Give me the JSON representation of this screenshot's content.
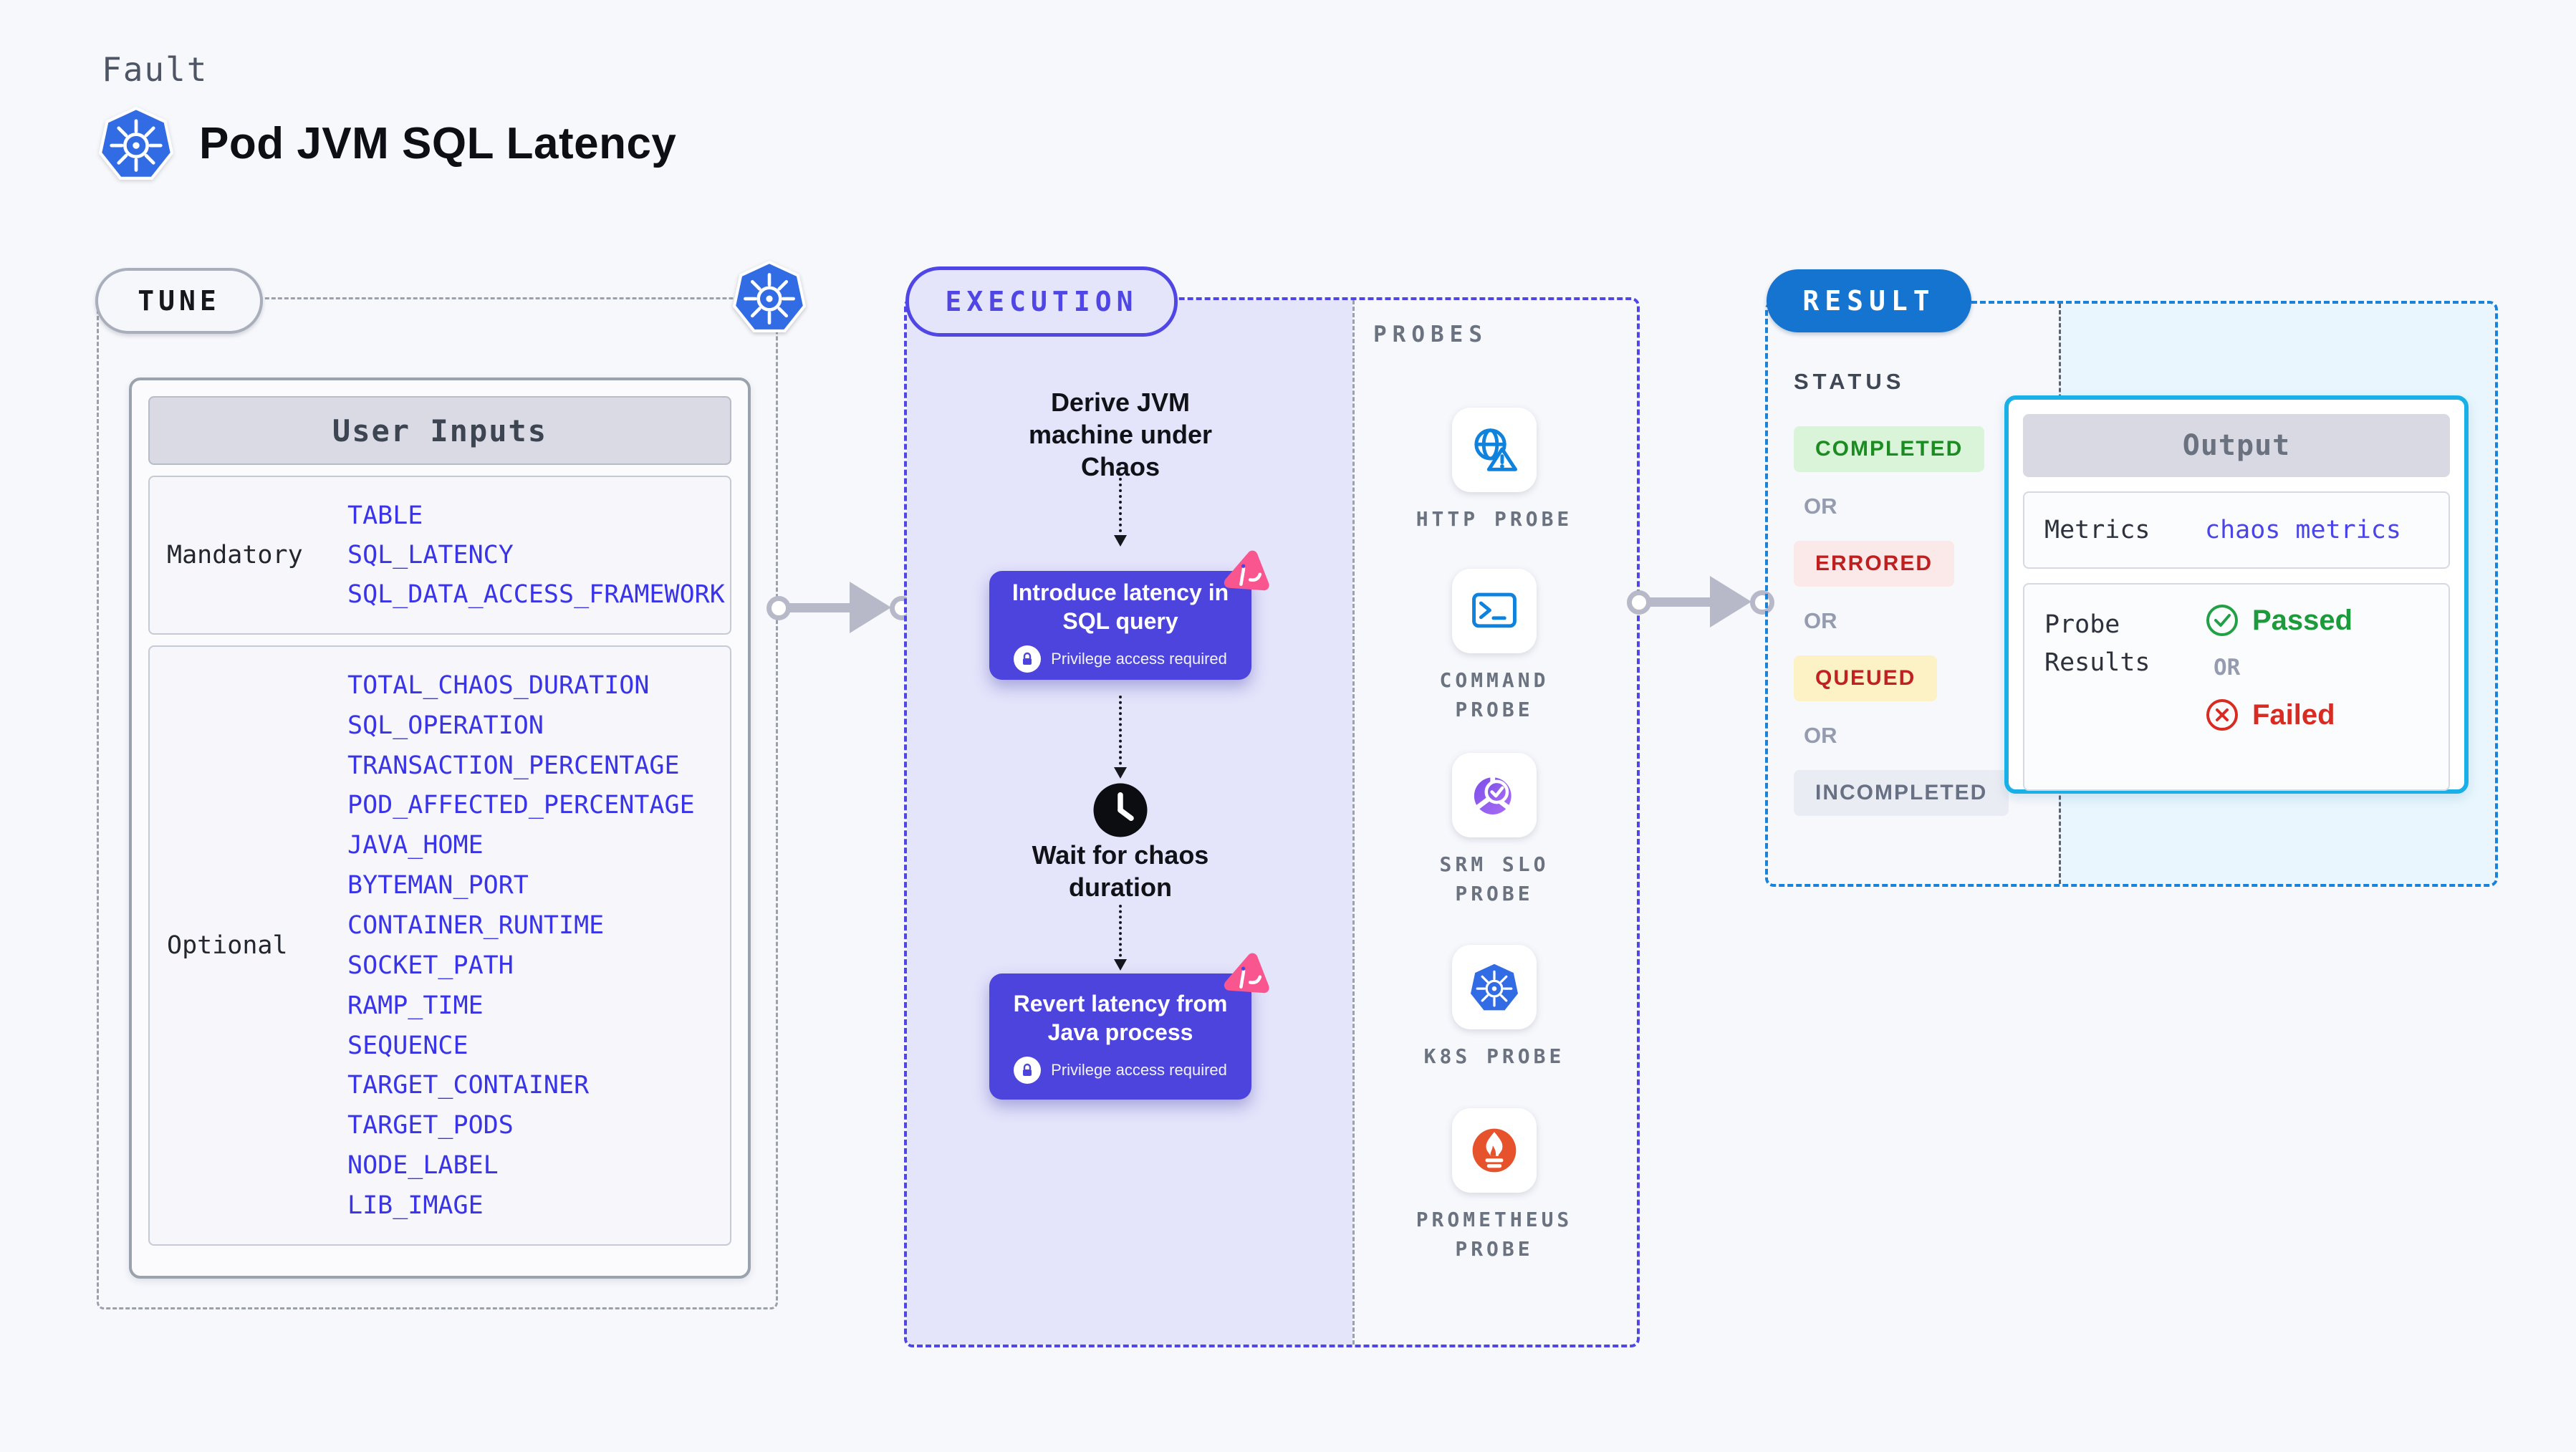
{
  "header": {
    "eyebrow": "Fault",
    "title": "Pod JVM SQL Latency"
  },
  "tune": {
    "badge": "TUNE",
    "table_header": "User Inputs",
    "rows": [
      {
        "label": "Mandatory",
        "values": [
          "TABLE",
          "SQL_LATENCY",
          "SQL_DATA_ACCESS_FRAMEWORK"
        ]
      },
      {
        "label": "Optional",
        "values": [
          "TOTAL_CHAOS_DURATION",
          "SQL_OPERATION",
          "TRANSACTION_PERCENTAGE",
          "POD_AFFECTED_PERCENTAGE",
          "JAVA_HOME",
          "BYTEMAN_PORT",
          "CONTAINER_RUNTIME",
          "SOCKET_PATH",
          "RAMP_TIME",
          "SEQUENCE",
          "TARGET_CONTAINER",
          "TARGET_PODS",
          "NODE_LABEL",
          "LIB_IMAGE"
        ]
      }
    ]
  },
  "execution": {
    "badge": "EXECUTION",
    "steps": [
      {
        "type": "text",
        "label": "Derive JVM machine under Chaos"
      },
      {
        "type": "action",
        "label": "Introduce latency in SQL query",
        "note": "Privilege access required"
      },
      {
        "type": "wait",
        "label": "Wait for chaos duration"
      },
      {
        "type": "action",
        "label": "Revert latency from Java process",
        "note": "Privilege access required"
      }
    ]
  },
  "probes": {
    "heading": "PROBES",
    "items": [
      {
        "label": "HTTP PROBE",
        "icon": "http-probe-icon"
      },
      {
        "label": "COMMAND PROBE",
        "icon": "command-probe-icon"
      },
      {
        "label": "SRM SLO PROBE",
        "icon": "srm-slo-probe-icon"
      },
      {
        "label": "K8S PROBE",
        "icon": "k8s-probe-icon"
      },
      {
        "label": "PROMETHEUS PROBE",
        "icon": "prometheus-probe-icon"
      }
    ]
  },
  "result": {
    "badge": "RESULT",
    "status_heading": "STATUS",
    "or_label": "OR",
    "statuses": [
      {
        "label": "COMPLETED",
        "kind": "completed"
      },
      {
        "label": "ERRORED",
        "kind": "errored"
      },
      {
        "label": "QUEUED",
        "kind": "queued"
      },
      {
        "label": "INCOMPLETED",
        "kind": "incompleted"
      }
    ],
    "output": {
      "header": "Output",
      "metrics_label": "Metrics",
      "metrics_value": "chaos metrics",
      "probe_results_label": "Probe Results",
      "passed_label": "Passed",
      "failed_label": "Failed"
    }
  },
  "colors": {
    "accent_indigo": "#4d44dd",
    "accent_blue": "#1474cf",
    "accent_cyan": "#19b0e8",
    "lavender_bg": "#e4e4fb",
    "cyan_bg": "#e9f6fd",
    "success_green": "#1c8c22",
    "error_red": "#bf1f1f",
    "queued_yellow_bg": "#fdf2c5",
    "pink_badge": "#f9558f",
    "value_blue": "#3a34e8"
  }
}
